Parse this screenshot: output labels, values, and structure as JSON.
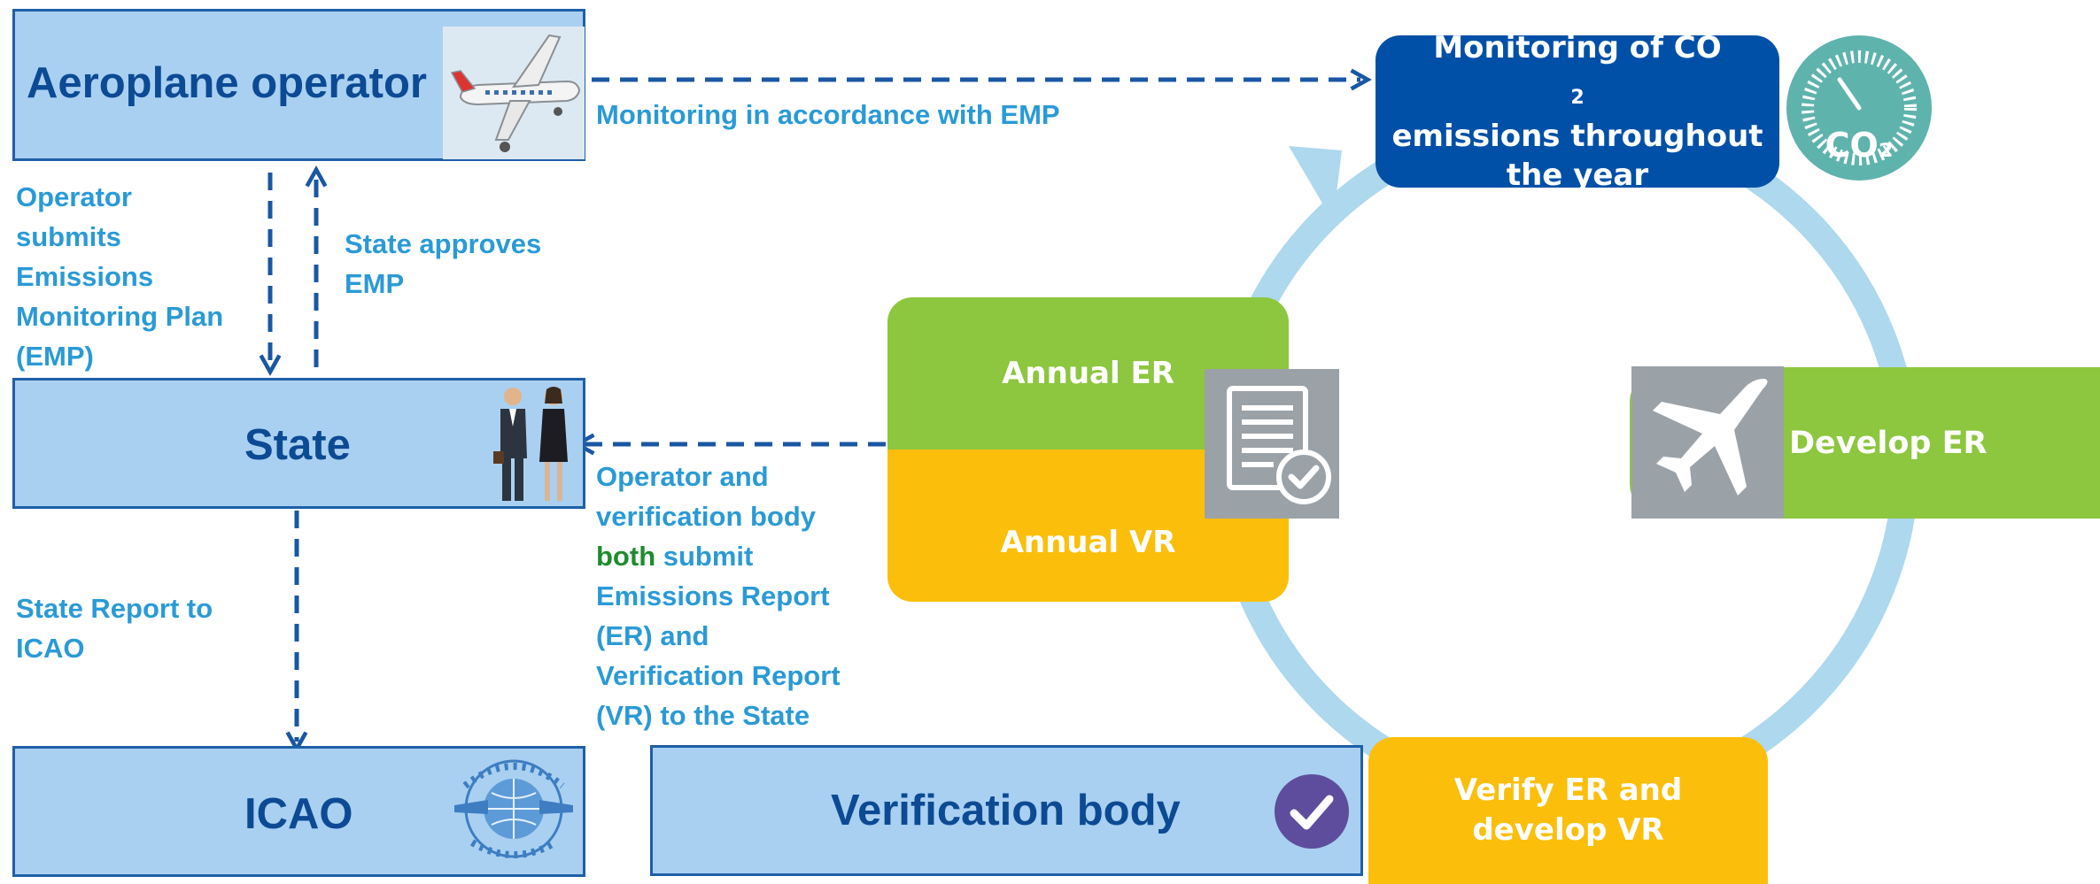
{
  "entities": {
    "operator": "Aeroplane operator",
    "state": "State",
    "icao": "ICAO",
    "verification_body": "Verification body"
  },
  "cycle": {
    "monitoring": {
      "line1_pre": "Monitoring of CO",
      "line1_sub": "2",
      "line2": "emissions throughout",
      "line3": "the year"
    },
    "develop_er": "Develop ER",
    "verify": {
      "line1": "Verify ER and",
      "line2": "develop VR"
    },
    "annual_er": "Annual ER",
    "annual_vr": "Annual VR",
    "gauge_label": "CO₂"
  },
  "notes": {
    "monitoring_emp": "Monitoring in accordance with EMP",
    "operator_submits": [
      "Operator",
      "submits",
      "Emissions",
      "Monitoring Plan",
      "(EMP)"
    ],
    "state_approves": [
      "State approves",
      "EMP"
    ],
    "state_report": [
      "State Report to",
      "ICAO"
    ],
    "submit_reports": {
      "line1": "Operator and",
      "line2": "verification body",
      "line3_highlight": "both",
      "line3_rest": " submit",
      "line4": "Emissions Report",
      "line5": "(ER) and",
      "line6": "Verification Report",
      "line7": "(VR) to the State"
    }
  },
  "colors": {
    "box_fill": "#a9d0f1",
    "box_border": "#1f5fa8",
    "title_blue": "#0d4a94",
    "note_blue": "#2a9ad6",
    "arrow_blue": "#1a57a3",
    "green": "#8dc63f",
    "yellow": "#fbbf0b",
    "dark_blue": "#0050a8",
    "teal": "#5fb3ad",
    "light_blue": "#add8ee",
    "gray": "#9ba2a7",
    "purple": "#5e4d9d",
    "both_green": "#1e8c2e"
  },
  "icons": [
    "airplane-icon",
    "business-people-icon",
    "icao-emblem-icon",
    "co2-gauge-icon",
    "airplane-silhouette-icon",
    "report-document-icon",
    "check-circle-icon"
  ]
}
